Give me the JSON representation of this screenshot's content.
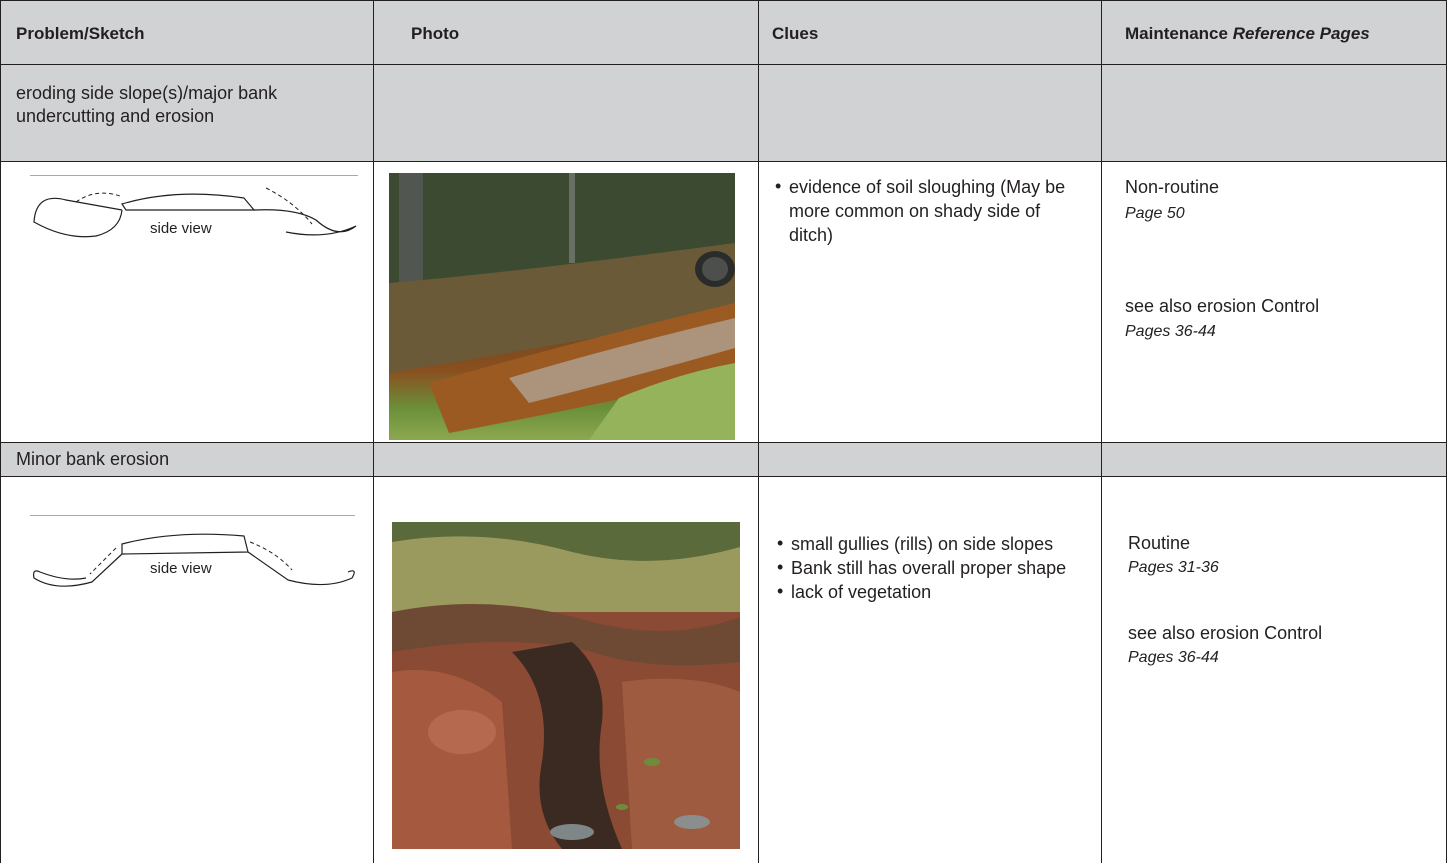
{
  "header": {
    "col1": "Problem/Sketch",
    "col2": "Photo",
    "col3": "Clues",
    "col4_plain": "Maintenance ",
    "col4_italic": "Reference Pages"
  },
  "rows": [
    {
      "problem": "eroding side slope(s)/major bank undercutting and erosion",
      "sketch_label": "side view",
      "clues": [
        "evidence of soil sloughing (May be more common on shady side of ditch)"
      ],
      "maintenance": "Non-routine",
      "page_ref": "Page 50",
      "see_also": "see also erosion Control",
      "see_also_pages": "Pages 36-44"
    },
    {
      "problem": "Minor bank erosion",
      "sketch_label": "side view",
      "clues": [
        "small gullies (rills) on side slopes",
        "Bank still has overall proper shape",
        "lack of vegetation"
      ],
      "maintenance": "Routine",
      "page_ref": "Pages 31-36",
      "see_also": "see also erosion Control",
      "see_also_pages": "Pages 36-44"
    }
  ],
  "colors": {
    "band": "#d1d2d4",
    "rule": "#231f20",
    "text": "#231f20"
  }
}
